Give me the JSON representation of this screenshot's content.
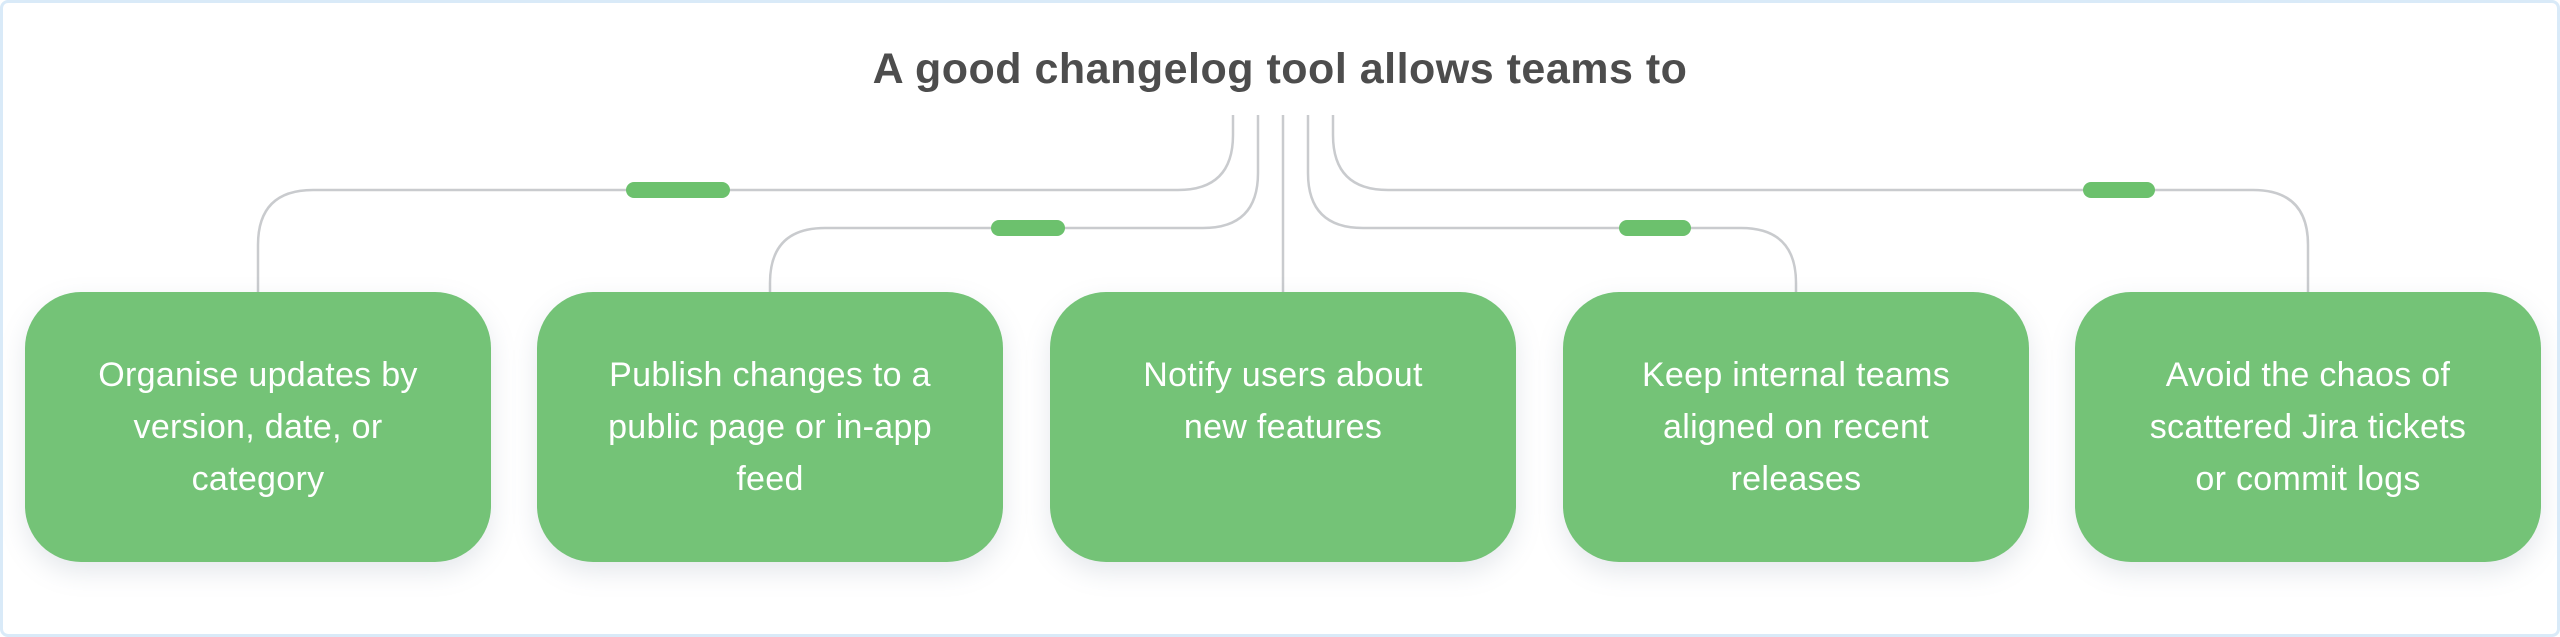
{
  "title": "A good changelog tool allows teams to",
  "colors": {
    "node_green": "#74c377",
    "pill_green": "#6cc16d",
    "line_gray": "#c9cbce",
    "border_blue": "#d9eaf8",
    "title_gray": "#4d4d4d",
    "text_white": "#ffffff",
    "bg": "#ffffff"
  },
  "nodes": [
    {
      "label": "Organise updates by\nversion, date, or\ncategory"
    },
    {
      "label": "Publish changes to a\npublic page or in-app\nfeed"
    },
    {
      "label": "Notify users about\nnew features"
    },
    {
      "label": "Keep internal teams\naligned on recent\nreleases"
    },
    {
      "label": "Avoid the chaos of\nscattered Jira tickets\nor commit logs"
    }
  ]
}
